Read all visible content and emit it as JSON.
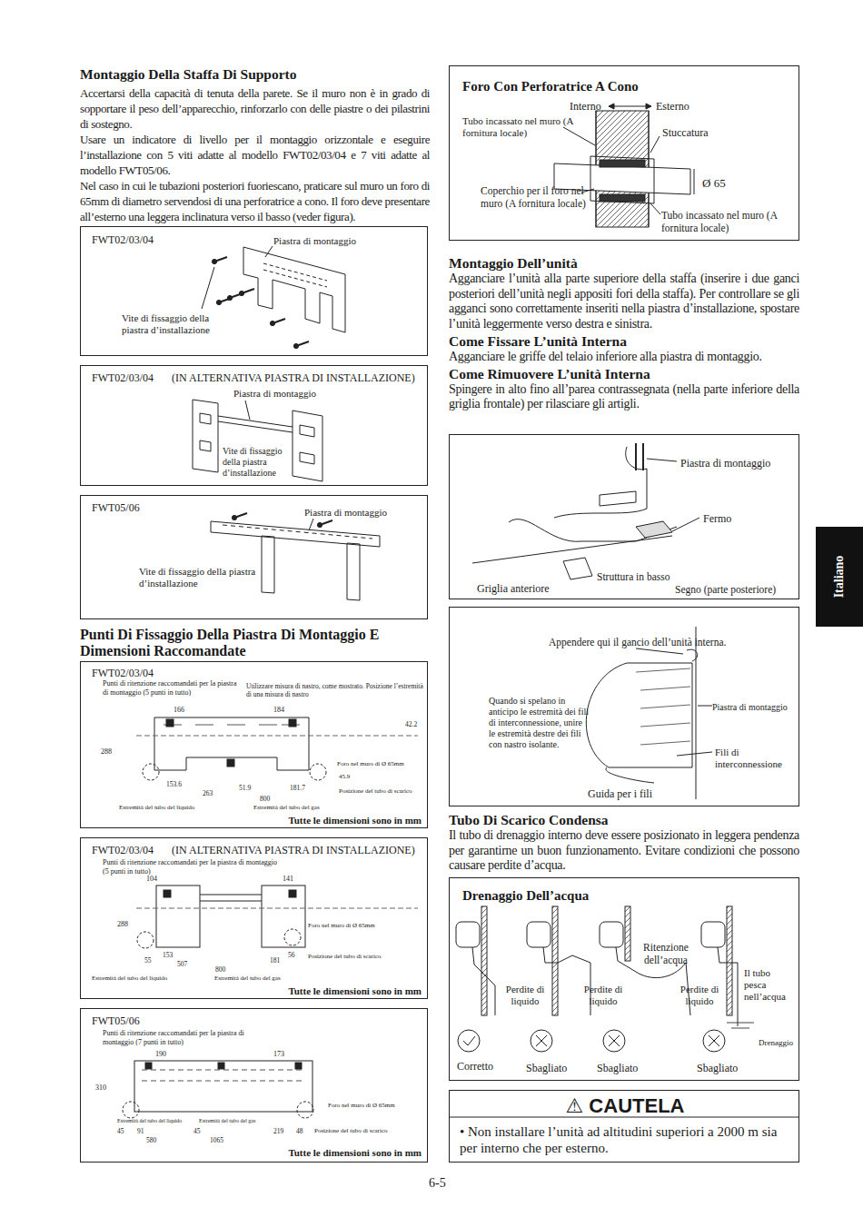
{
  "diagram": {
    "nodes": [
      {
        "text": [
          "FWT02/03/04",
          "Piastra di montaggio",
          "Vite di fissaggio della piastra d’installazione"
        ]
      },
      {
        "text": [
          "FWT02/03/04",
          "(IN ALTERNATIVA PIASTRA DI INSTALLAZIONE)",
          "Piastra di montaggio",
          "Vite di fissaggio della piastra d’installazione"
        ]
      },
      {
        "text": [
          "FWT05/06",
          "Piastra di montaggio",
          "Vite di fissaggio della piastra d’installazione"
        ]
      },
      {
        "text": [
          "FWT02/03/04",
          "Punti di ritenzione raccomandati per la piastra di montaggio (5 punti in tutto)",
          "Utilizzare misura di nastro, come mostrato. Posizione l’estremità di una misura di nastro",
          "166",
          "184",
          "42.2",
          "288",
          "Foro nel muro di Ø 65mm",
          "45.9",
          "153.6",
          "263",
          "51.9",
          "800",
          "181.7",
          "Posizione del tubo di scarico",
          "Estremità del tubo del liquido",
          "Estremità del tubo del gas",
          "Tutte le dimensioni sono in mm"
        ]
      },
      {
        "text": [
          "FWT02/03/04",
          "(IN ALTERNATIVA PIASTRA DI INSTALLAZIONE)",
          "Punti di ritenzione raccomandati per la piastra di montaggio (5 punti in tutto)",
          "104",
          "141",
          "288",
          "Foro nel muro di Ø 65mm",
          "55",
          "153",
          "507",
          "181",
          "56",
          "800",
          "Posizione del tubo di scarico",
          "Estremità del tubo del liquido",
          "Estremità del tubo del gas",
          "Tutte le dimensioni sono in mm"
        ]
      },
      {
        "text": [
          "FWT05/06",
          "Punti di ritenzione raccomandati per la piastra di montaggio (7 punti in tutto)",
          "190",
          "173",
          "310",
          "Foro nel muro di Ø 65mm",
          "45",
          "91",
          "45",
          "219",
          "48",
          "Posizione del tubo di scarico",
          "580",
          "1065",
          "Estremità del tubo del liquido",
          "Estremità del tubo del gas",
          "Tutte le dimensioni sono in mm"
        ]
      },
      {
        "text": [
          "Foro Con Perforatrice A Cono",
          "Interno",
          "Esterno",
          "Tubo incassato nel muro (A fornitura locale)",
          "Stuccatura",
          "Ø 65",
          "Coperchio per il foro nel muro (A fornitura locale)",
          "Tubo incassato nel muro (A fornitura locale)"
        ]
      },
      {
        "text": [
          "Piastra di montaggio",
          "Fermo",
          "Struttura in basso",
          "Griglia anteriore",
          "Segno (parte posteriore)"
        ]
      },
      {
        "text": [
          "Appendere qui il gancio dell’unità interna.",
          "Quando si spelano in anticipo le estremità dei fili di interconnessione, unire le estremità destre dei fili con nastro isolante.",
          "Piastra di montaggio",
          "Fili di interconnessione",
          "Guida per i fili"
        ]
      },
      {
        "text": [
          "Drenaggio Dell’acqua",
          "Corretto",
          "Perdite di liquido",
          "Ritenzione dell’acqua",
          "Perdite di liquido",
          "Perdite di liquido",
          "Il tubo pesca nell’acqua",
          "Drenaggio",
          "Sbagliato",
          "Sbagliato",
          "Sbagliato"
        ]
      },
      {
        "text": [
          "⚠ CAUTELA",
          "• Non installare l’unità ad altitudini superiori a 2000 m sia per interno che per esterno."
        ]
      },
      {
        "text": [
          "Italiano"
        ]
      }
    ],
    "labels": [
      "Montaggio Della Staffa Di Supporto",
      "Accertarsi della capacità di tenuta della parete. Se il muro non è in grado di sopportare il peso dell’apparecchio, rinforzarlo con delle piastre o dei pilastrini di sostegno.",
      "Usare un indicatore di livello per il montaggio orizzontale e eseguire l’installazione con 5 viti adatte al modello FWT02/03/04 e 7 viti adatte al modello FWT05/06.",
      "Nel caso in cui le tubazioni posteriori fuoriescano, praticare sul muro un foro di 65mm di diametro servendosi di una perforatrice a cono. Il foro deve presentare all’esterno una leggera inclinatura verso il basso (veder figura).",
      "Punti Di Fissaggio Della Piastra Di Montaggio E Dimensioni Raccomandate",
      "Montaggio Dell’unità",
      "Agganciare l’unità alla parte superiore della staffa (inserire i due ganci posteriori dell’unità negli appositi fori della staffa). Per controllare se gli agganci sono correttamente inseriti nella piastra d’installazione, spostare l’unità leggermente verso destra e sinistra.",
      "Come Fissare L’unità Interna",
      "Agganciare le griffe del telaio inferiore alla piastra di montaggio.",
      "Come Rimuovere L’unità Interna",
      "Spingere in alto fino all’parea contrassegnata (nella parte inferiore della griglia frontale) per rilasciare gli artigli.",
      "Tubo Di Scarico Condensa",
      "Il tubo di drenaggio interno deve essere posizionato in leggera pendenza per garantirne un buon funzionamento. Evitare condizioni che possono causare perdite d’acqua.",
      "6-5"
    ]
  }
}
